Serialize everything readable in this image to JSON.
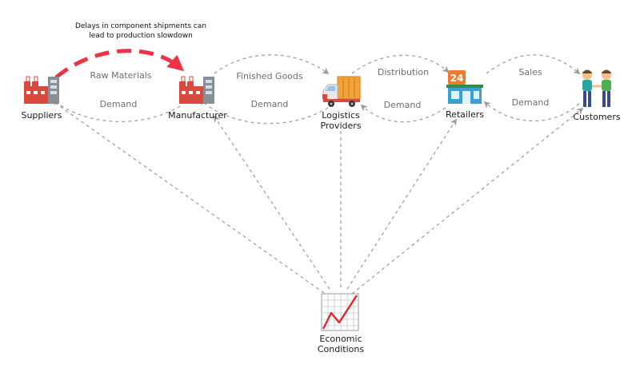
{
  "colors": {
    "edge": "#9a9a9a",
    "disruption": "#ee3344",
    "factory_red": "#d94a3c",
    "factory_grey": "#8a8f96",
    "truck_box": "#f2a23a",
    "retail_badge": "#f07a2e",
    "retail_building": "#3aa0d8",
    "chart_line": "#e0262f"
  },
  "note": {
    "line1": "Delays in component shipments can",
    "line2": "lead to production slowdown"
  },
  "nodes": {
    "suppliers": {
      "label": "Suppliers",
      "icon": "factory-icon"
    },
    "manufacturer": {
      "label": "Manufacturer",
      "icon": "factory-icon"
    },
    "logistics": {
      "label_line1": "Logistics",
      "label_line2": "Providers",
      "icon": "delivery-truck-icon"
    },
    "retailers": {
      "label": "Retailers",
      "icon": "convenience-store-icon",
      "badge": "24"
    },
    "customers": {
      "label": "Customers",
      "icon": "people-holding-hands-icon"
    },
    "economic": {
      "label_line1": "Economic",
      "label_line2": "Conditions",
      "icon": "line-chart-icon"
    }
  },
  "edges": {
    "raw_materials": "Raw Materials",
    "demand_suppliers": "Demand",
    "finished_goods": "Finished Goods",
    "demand_manufacturer": "Demand",
    "distribution": "Distribution",
    "demand_logistics": "Demand",
    "sales": "Sales",
    "demand_retailers": "Demand"
  }
}
